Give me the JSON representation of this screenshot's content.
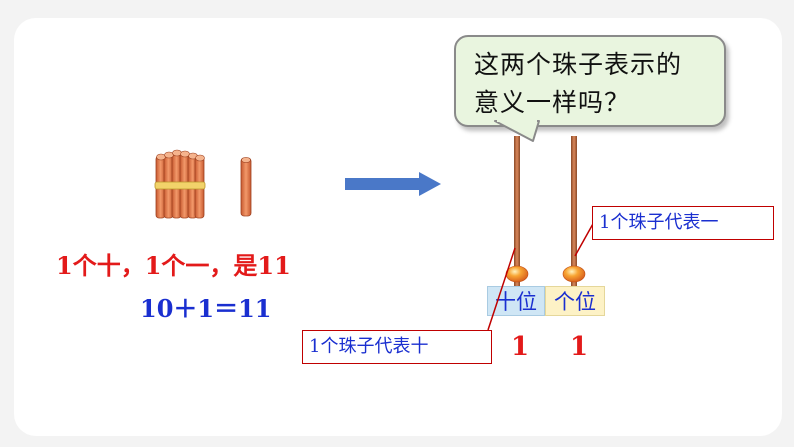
{
  "bubble": {
    "line1": "这两个珠子表示的",
    "line2": "意义一样吗？"
  },
  "left": {
    "caption": "1个十，1个一，是11",
    "equation": "10＋1＝11"
  },
  "abacus": {
    "tens_label": "十位",
    "ones_label": "个位",
    "tens_digit": "1",
    "ones_digit": "1",
    "tens_callout": "1个珠子代表十",
    "ones_callout": "1个珠子代表一"
  },
  "colors": {
    "caption_red": "#e31a1a",
    "equation_blue": "#1a2fd0",
    "arrow_blue": "#4a78c8",
    "rod_brown": "#b8643a",
    "bead_orange": "#f08a1a",
    "tens_bg": "#cfe6f5",
    "ones_bg": "#fdf2c6"
  }
}
